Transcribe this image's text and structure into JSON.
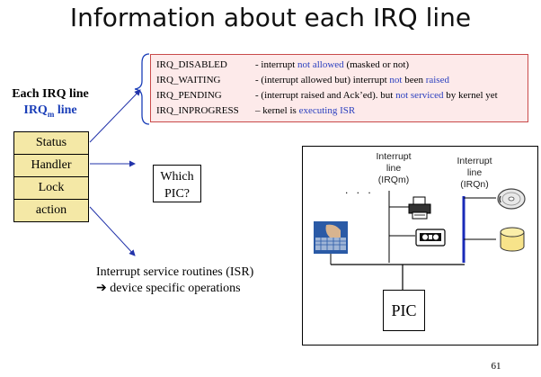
{
  "title": "Information about each IRQ line",
  "flags": [
    {
      "name": "IRQ_DISABLED",
      "segments": [
        {
          "text": "- interrupt ",
          "hl": false
        },
        {
          "text": "not allowed",
          "hl": true
        },
        {
          "text": "  (masked or not)",
          "hl": false
        }
      ]
    },
    {
      "name": "IRQ_WAITING",
      "segments": [
        {
          "text": "- (interrupt allowed but) interrupt ",
          "hl": false
        },
        {
          "text": "not",
          "hl": true
        },
        {
          "text": " been ",
          "hl": false
        },
        {
          "text": "raised",
          "hl": true
        }
      ]
    },
    {
      "name": "IRQ_PENDING",
      "segments": [
        {
          "text": "- (interrupt  raised  and Ack’ed). but ",
          "hl": false
        },
        {
          "text": "not  serviced",
          "hl": true
        },
        {
          "text": " by kernel yet",
          "hl": false
        }
      ]
    },
    {
      "name": "IRQ_INPROGRESS",
      "segments": [
        {
          "text": "– kernel  is ",
          "hl": false
        },
        {
          "text": "executing ISR",
          "hl": true
        }
      ]
    }
  ],
  "irq_heading": "Each IRQ line",
  "irq_sub_main": "IRQ",
  "irq_sub_index": "m",
  "irq_sub_tail": " line",
  "fields": [
    "Status",
    "Handler",
    "Lock",
    "action"
  ],
  "which_pic": [
    "Which",
    "PIC?"
  ],
  "isr": {
    "line1": "Interrupt service routines (ISR)",
    "arrow": "➔",
    "line2": " device specific operations"
  },
  "panel": {
    "line_a": [
      "Interrupt",
      "line",
      "(IRQm)"
    ],
    "line_b": [
      "Interrupt",
      "line",
      "(IRQn)"
    ],
    "dots": ". . .",
    "pic_label": "PIC"
  },
  "page_number": "61",
  "colors": {
    "highlight": "#2a3fbf",
    "flag_box_bg": "#fdeaea",
    "flag_box_border": "#c94a4a",
    "field_bg": "#f4e8a6",
    "arrow": "#2233aa"
  }
}
